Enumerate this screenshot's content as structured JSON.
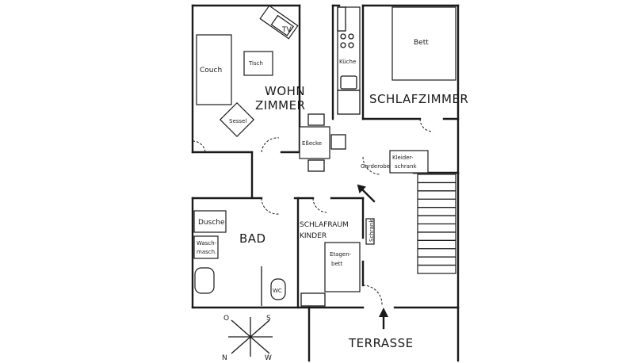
{
  "rooms": {
    "wohnzimmer": [
      "WOHN",
      "ZIMMER"
    ],
    "schlafzimmer": "SCHLAFZIMMER",
    "bad": "BAD",
    "schlafraum": [
      "SCHLAFRAUM",
      "KINDER"
    ],
    "terrasse": "TERRASSE"
  },
  "furniture": {
    "tv": "TV",
    "couch": "Couch",
    "tisch": "Tisch",
    "sessel": "Sessel",
    "kueche": "Küche",
    "bett": "Bett",
    "essecke": "Eßecke",
    "garderobe": "Garderobe",
    "kleiderschrank": [
      "Kleider-",
      "schrank"
    ],
    "dusche": "Dusche",
    "waschmaschine": [
      "Wasch-",
      "masch."
    ],
    "wc": "WC",
    "etagenbett": [
      "Etagen-",
      "bett"
    ],
    "kinder_schrank": "Schrank"
  },
  "compass": {
    "o": "O",
    "s": "S",
    "n": "N",
    "w": "W"
  }
}
